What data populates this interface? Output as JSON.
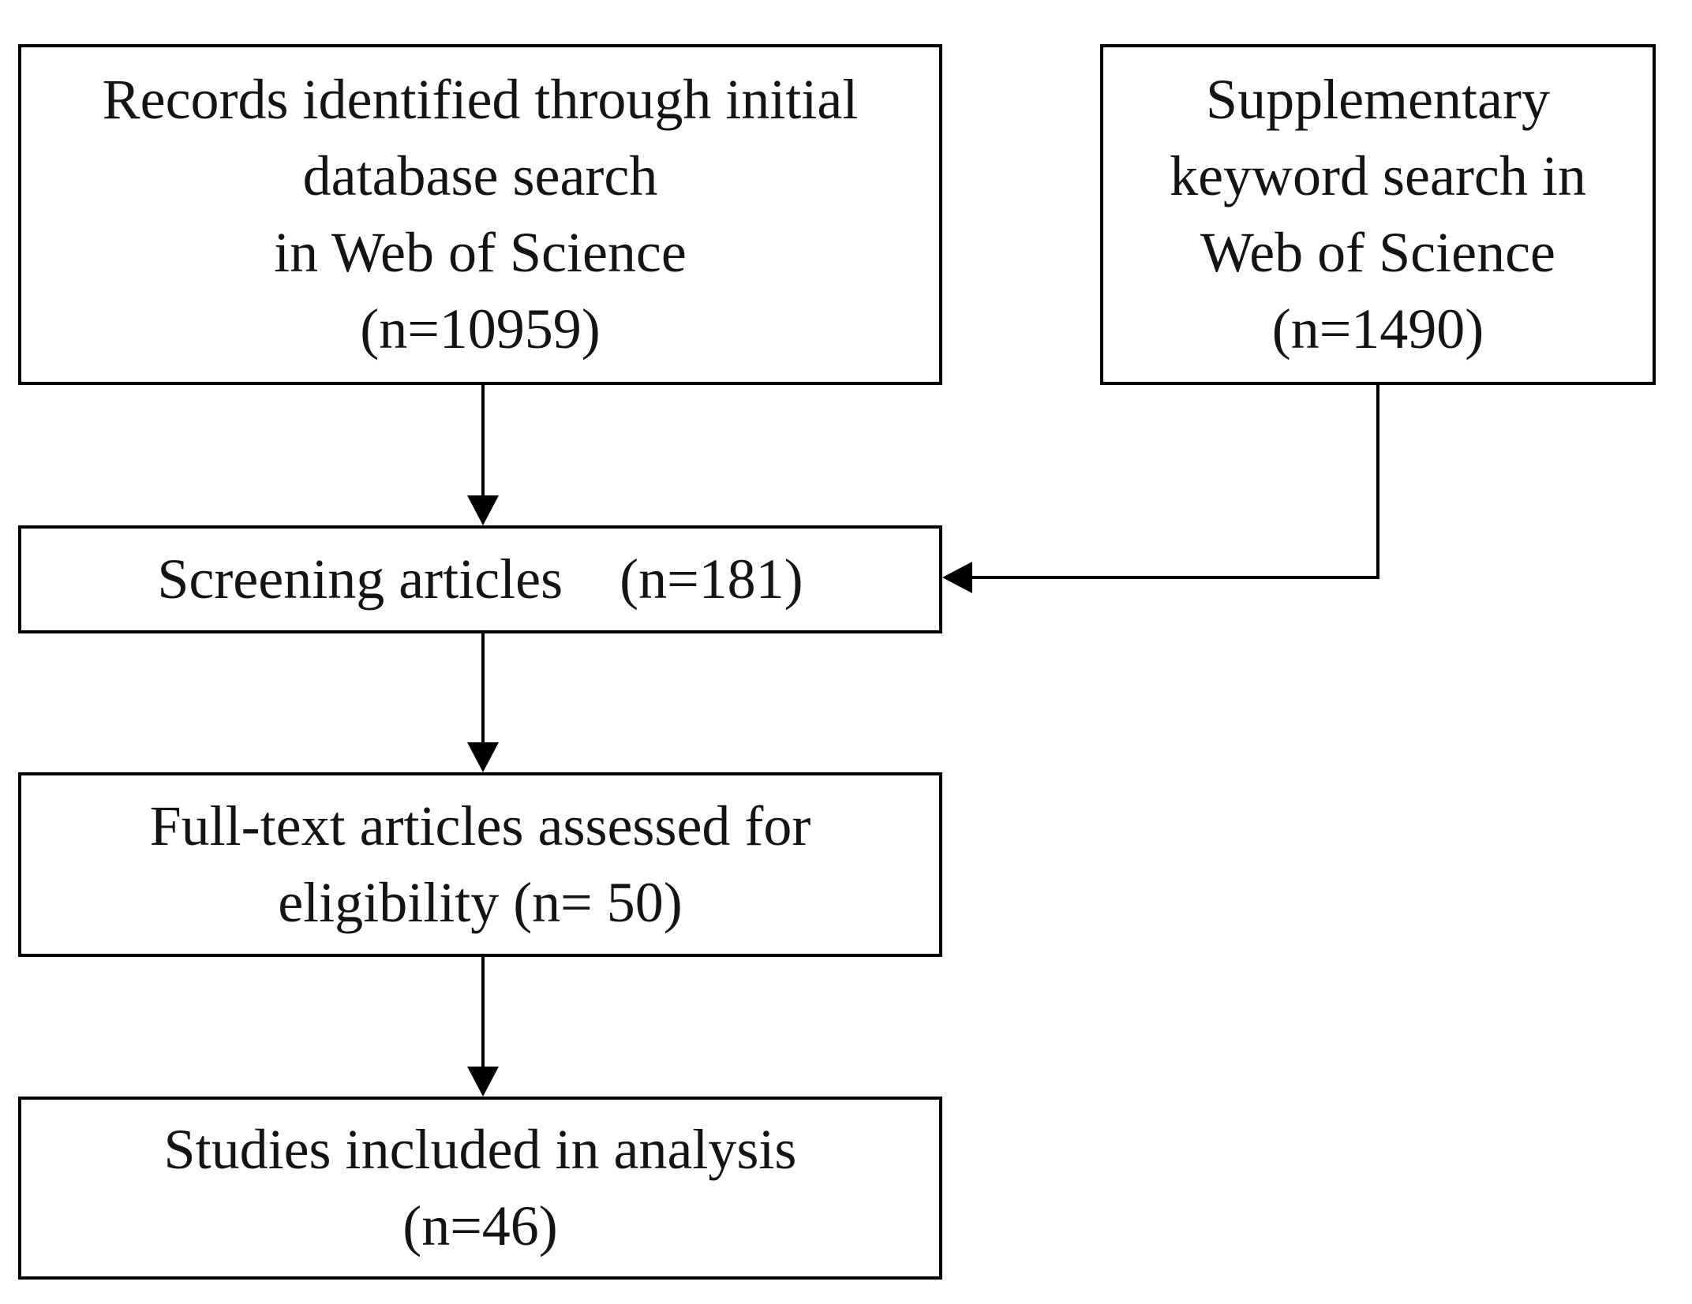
{
  "diagram": {
    "type": "flowchart",
    "background_color": "#ffffff",
    "line_color": "#000000",
    "text_color": "#141414",
    "boxes": [
      {
        "id": "records-initial-search",
        "n": 10959,
        "lines": [
          "Records identified through initial",
          "database search",
          "in Web of Science",
          "(n=10959)"
        ]
      },
      {
        "id": "supplementary-search",
        "n": 1490,
        "lines": [
          "Supplementary",
          "keyword search in",
          "Web of Science",
          "(n=1490)"
        ]
      },
      {
        "id": "screening-articles",
        "n": 181,
        "lines": [
          "Screening articles    (n=181)"
        ]
      },
      {
        "id": "fulltext-assessed",
        "n": 50,
        "lines": [
          "Full-text articles assessed for",
          "eligibility (n= 50)"
        ]
      },
      {
        "id": "studies-included",
        "n": 46,
        "lines": [
          "Studies included in analysis",
          "(n=46)"
        ]
      }
    ],
    "edges": [
      {
        "from": "records-initial-search",
        "to": "screening-articles",
        "style": "straight-down-arrow"
      },
      {
        "from": "supplementary-search",
        "to": "screening-articles",
        "style": "elbow-left-arrow"
      },
      {
        "from": "screening-articles",
        "to": "fulltext-assessed",
        "style": "straight-down-arrow"
      },
      {
        "from": "fulltext-assessed",
        "to": "studies-included",
        "style": "straight-down-arrow"
      }
    ]
  }
}
